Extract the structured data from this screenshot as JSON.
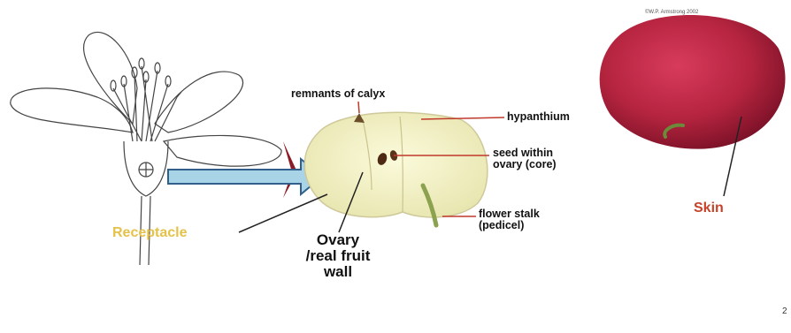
{
  "labels": {
    "calyx": "remnants of calyx",
    "hypanthium": "hypanthium",
    "seed_line1": "seed within",
    "seed_line2": "ovary (core)",
    "stalk_line1": "flower stalk",
    "stalk_line2": "(pedicel)",
    "receptacle": "Receptacle",
    "ovary_line1": "Ovary",
    "ovary_line2": "/real fruit",
    "ovary_line3": "wall",
    "skin": "Skin",
    "copyright": "©W.P. Armstrong 2002",
    "page_number": "2"
  },
  "colors": {
    "arrow_fill": "#a9d3e6",
    "arrow_stroke": "#2f5f8a",
    "receptacle_text": "#e4c24a",
    "skin_text": "#c5432a",
    "apple_skin": "#b5243f",
    "apple_flesh": "#f2f0c6",
    "red_line": "#c0392b"
  }
}
